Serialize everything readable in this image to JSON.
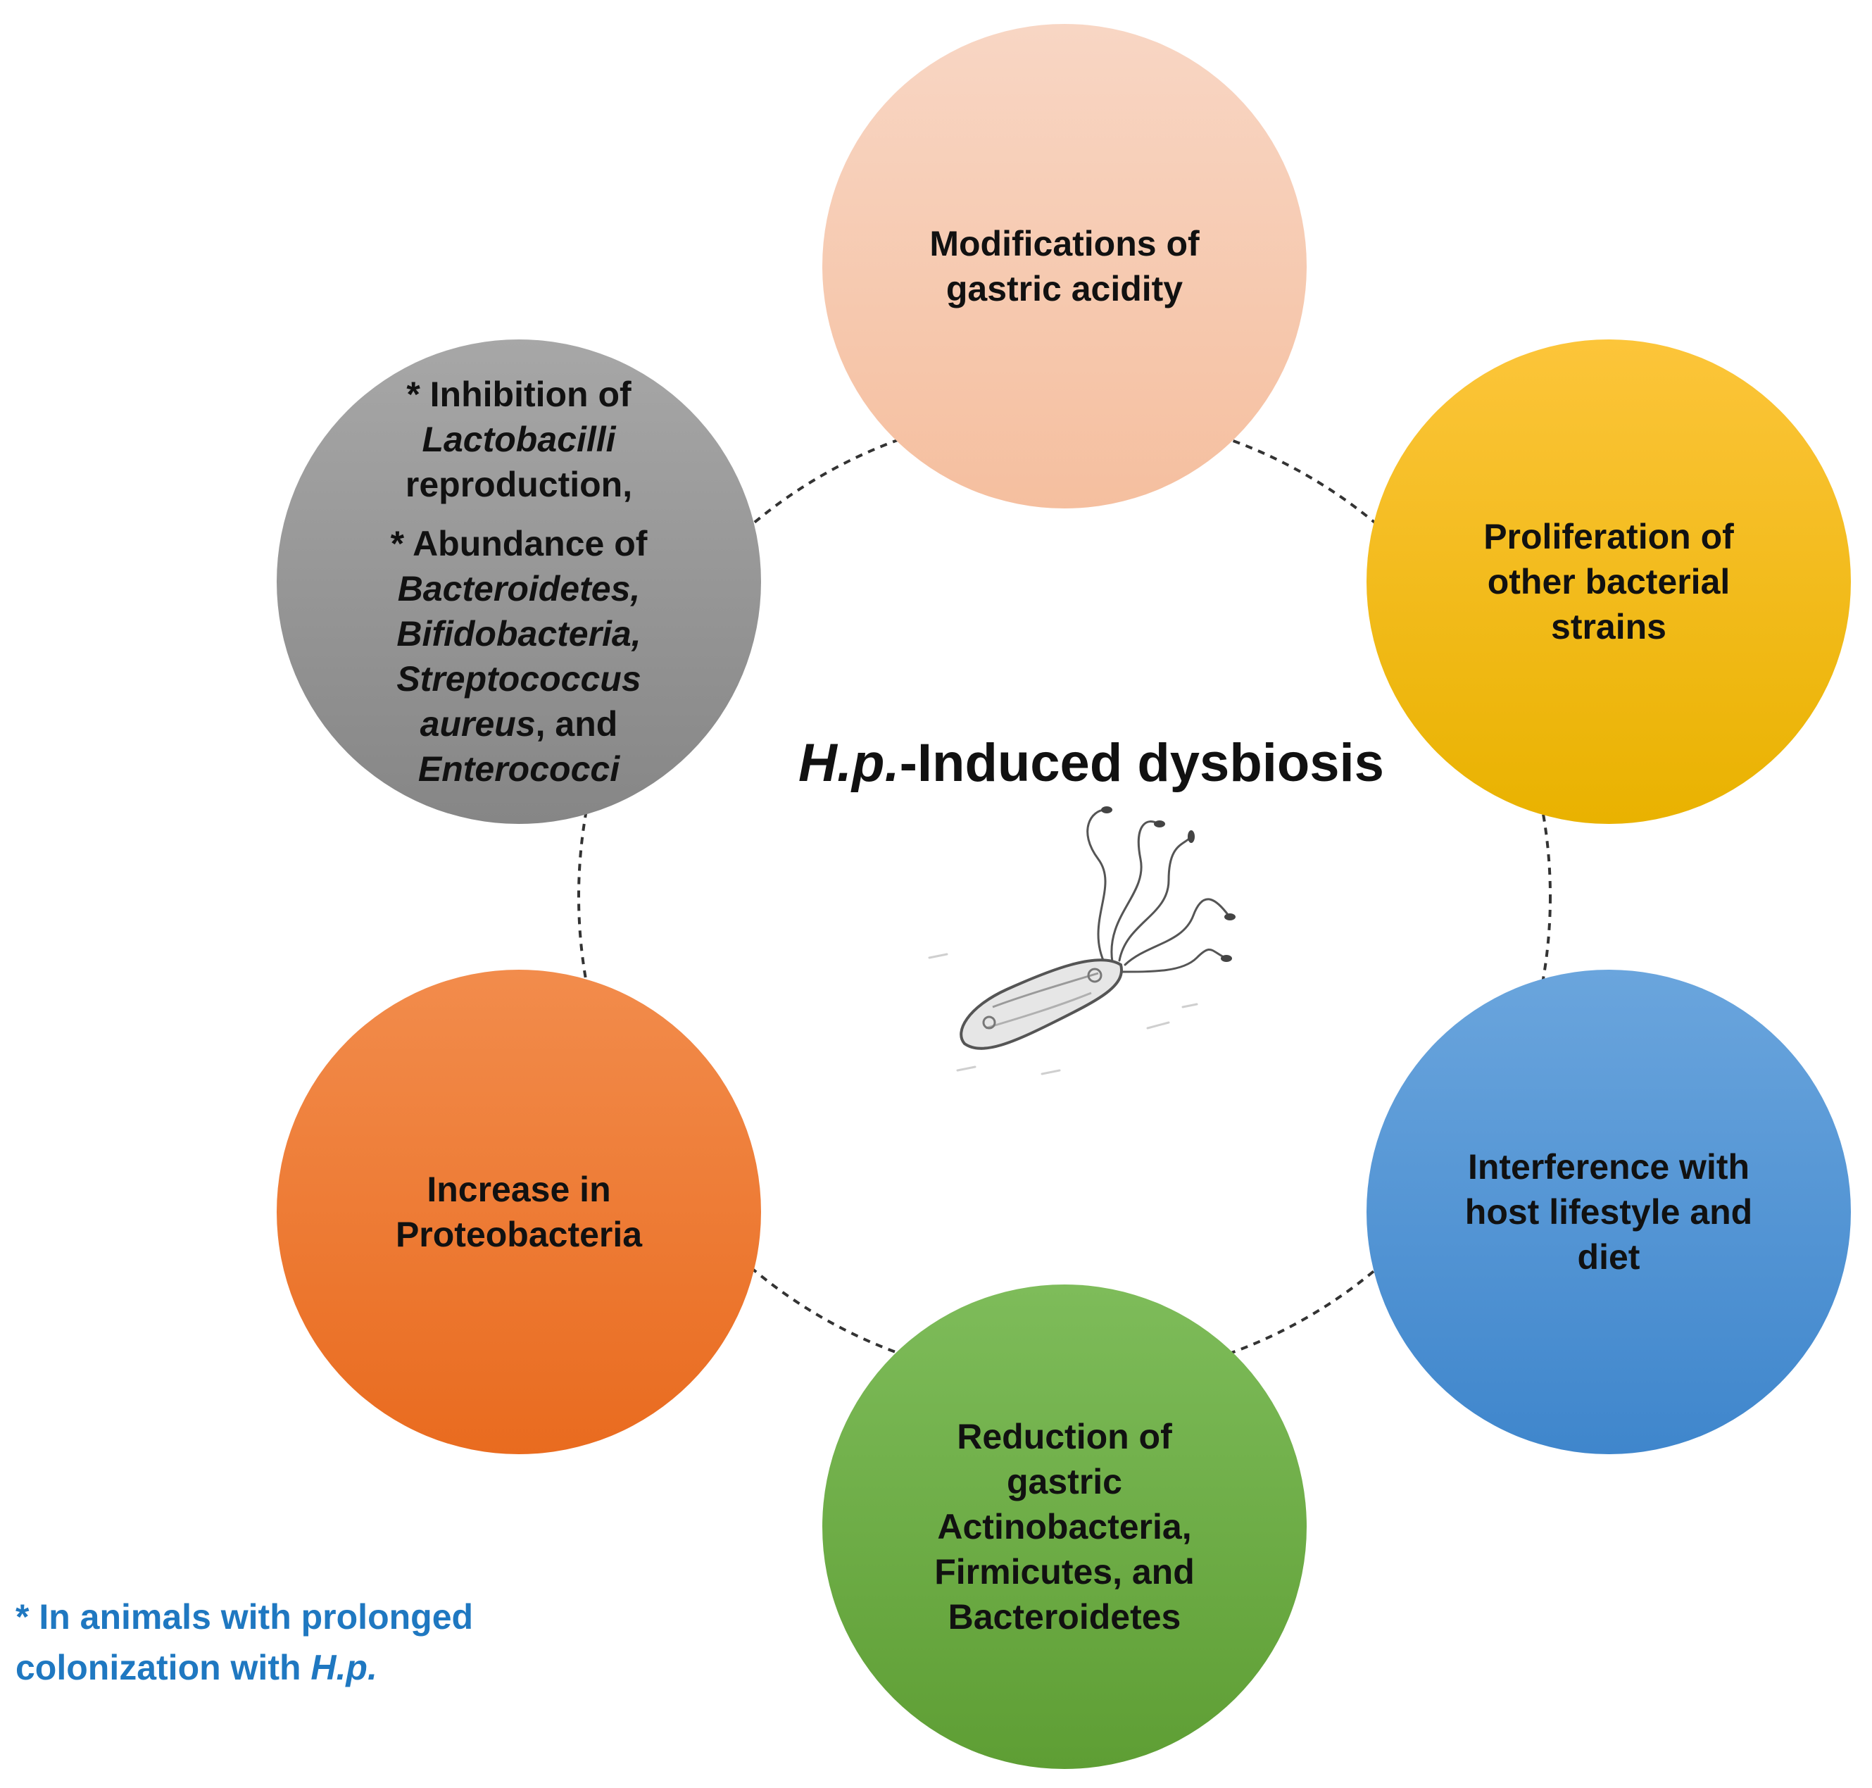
{
  "diagram": {
    "center": {
      "title_italic": "H.p.",
      "title_rest": "-Induced dysbiosis",
      "icon": "helicobacter-bacterium-icon"
    },
    "nodes": {
      "top": {
        "lines": [
          "Modifications of",
          "gastric acidity"
        ],
        "color": "#f6c7ab"
      },
      "right_top": {
        "lines": [
          "Proliferation of",
          "other bacterial",
          "strains"
        ],
        "color": "#f6bb14"
      },
      "right_bottom": {
        "lines": [
          "Interference with",
          "host lifestyle and",
          "diet"
        ],
        "color": "#4f92d4"
      },
      "bottom": {
        "lines": [
          "Reduction of",
          "gastric",
          "Actinobacteria,",
          "Firmicutes, and",
          "Bacteroidetes"
        ],
        "color": "#6aab45"
      },
      "left_bottom": {
        "lines": [
          "Increase in",
          "Proteobacteria"
        ],
        "color": "#ee7a34"
      },
      "left_top": {
        "color": "#999999",
        "inhibition": {
          "prefix": "* Inhibition of",
          "genus": "Lactobacilli",
          "suffix": "reproduction,"
        },
        "abundance": {
          "prefix": "* Abundance of",
          "taxa": [
            "Bacteroidetes,",
            "Bifidobacteria,",
            "Streptococcus"
          ],
          "aureus": "aureus",
          "and": ", and",
          "last": "Enterococci"
        }
      }
    },
    "footnote": {
      "line1": "* In animals with  prolonged",
      "line2_prefix": "colonization with ",
      "line2_italic": "H.p.",
      "color": "#1f78c1"
    }
  }
}
